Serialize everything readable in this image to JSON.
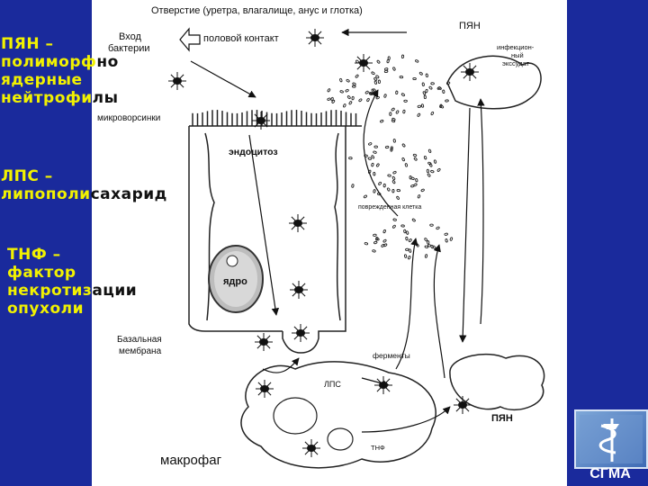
{
  "colors": {
    "background": "#1a2a9c",
    "legend_highlight": "#f2f200",
    "legend_text": "#111111",
    "panel": "#ffffff"
  },
  "legend": {
    "pyan": [
      "ПЯН –",
      "полиморф",
      "но",
      "ядерные",
      "нейтрофи",
      "лы"
    ],
    "lps": [
      "ЛПС –",
      "липополи",
      "сахарид"
    ],
    "tnf": [
      "ТНФ –",
      "фактор",
      "некротиз",
      "ации",
      "опухоли"
    ]
  },
  "diagram": {
    "title": "Отверстие (уретра, влагалище, анус и глотка)",
    "entry_label": [
      "Вход",
      "бактерии"
    ],
    "sexual_contact": "половой контакт",
    "pyan_top": "ПЯН",
    "infectious_exudate": [
      "инфекцион-",
      "ный",
      "экссудат"
    ],
    "microvilli": "микроворсинки",
    "endocytosis": "эндоцитоз",
    "damaged_cell": "поврежденная клетка",
    "nucleus": "ядро",
    "basal_membrane": [
      "Базальная",
      "мембрана"
    ],
    "enzymes": "ферменты",
    "lps": "ЛПС",
    "pyan_bottom": "ПЯН",
    "macrophage": "макрофаг",
    "tnf": "ТНФ"
  },
  "logo": {
    "text": "СГМА",
    "icon": "caduceus-icon"
  }
}
